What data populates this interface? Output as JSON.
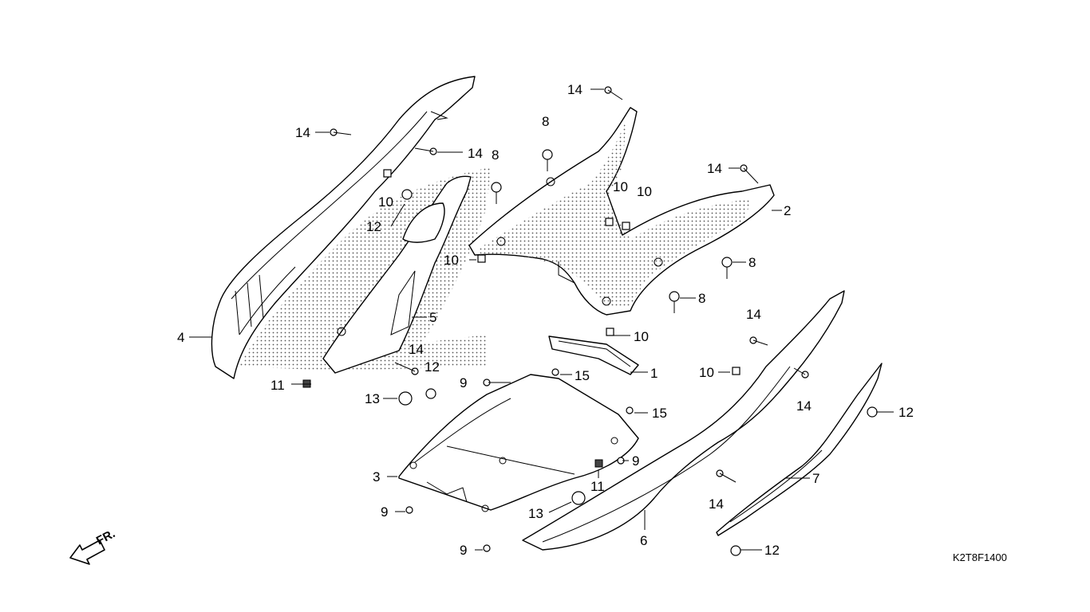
{
  "diagram": {
    "drawing_code": "K2T8F1400",
    "direction_label": "FR.",
    "callouts": {
      "c1": "1",
      "c2": "2",
      "c3": "3",
      "c4": "4",
      "c5": "5",
      "c6": "6",
      "c7": "7",
      "c8a": "8",
      "c8b": "8",
      "c8c": "8",
      "c8d": "8",
      "c9a": "9",
      "c9b": "9",
      "c9c": "9",
      "c9d": "9",
      "c10a": "10",
      "c10b": "10",
      "c10c": "10",
      "c10d": "10",
      "c10e": "10",
      "c10f": "10",
      "c11a": "11",
      "c11b": "11",
      "c12a": "12",
      "c12b": "12",
      "c12c": "12",
      "c12d": "12",
      "c13a": "13",
      "c13b": "13",
      "c14a": "14",
      "c14b": "14",
      "c14c": "14",
      "c14d": "14",
      "c14e": "14",
      "c14f": "14",
      "c14g": "14",
      "c14h": "14",
      "c15a": "15",
      "c15b": "15"
    }
  }
}
